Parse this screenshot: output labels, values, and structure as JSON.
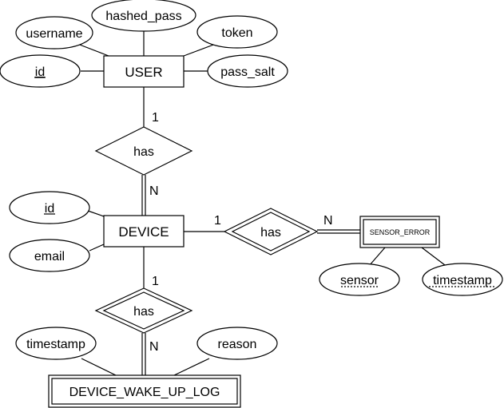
{
  "entities": {
    "user": "USER",
    "device": "DEVICE",
    "sensor_error": "SENSOR_ERROR",
    "device_wake_up_log": "DEVICE_WAKE_UP_LOG"
  },
  "attributes": {
    "user_username": "username",
    "user_hashed_pass": "hashed_pass",
    "user_token": "token",
    "user_id": "id",
    "user_pass_salt": "pass_salt",
    "device_id": "id",
    "device_email": "email",
    "sensor_error_sensor": "sensor",
    "sensor_error_timestamp": "timestamp",
    "wake_log_timestamp": "timestamp",
    "wake_log_reason": "reason"
  },
  "relationships": {
    "user_device": "has",
    "device_sensor_error": "has",
    "device_wake_log": "has"
  },
  "cardinalities": {
    "user_device_user_side": "1",
    "user_device_device_side": "N",
    "device_sensor_error_device_side": "1",
    "device_sensor_error_sensor_side": "N",
    "device_wake_log_device_side": "1",
    "device_wake_log_log_side": "N"
  }
}
